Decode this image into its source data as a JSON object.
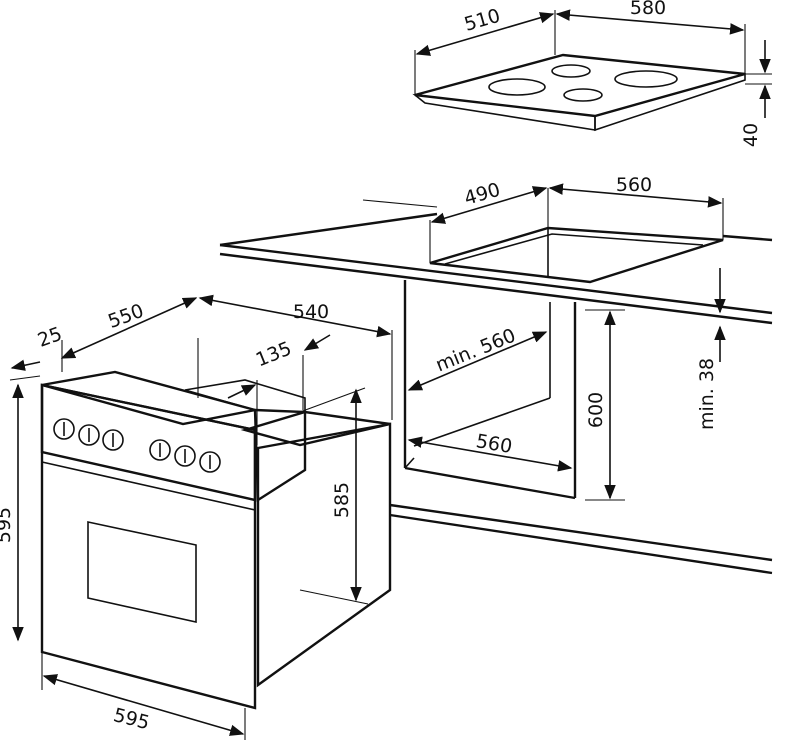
{
  "dimensions": {
    "hob_depth": "510",
    "hob_width": "580",
    "hob_height": "40",
    "cutout_depth": "490",
    "cutout_width": "560",
    "worktop_min": "min. 38",
    "niche_height": "600",
    "niche_depth": "min. 560",
    "niche_width": "560",
    "oven_front": "25",
    "oven_depth": "550",
    "oven_width_body": "540",
    "oven_panel_depth": "135",
    "oven_body_height": "585",
    "oven_height": "595",
    "oven_width": "595"
  },
  "colors": {
    "stroke": "#111111",
    "panel": "#f2f2f2",
    "background": "#ffffff"
  }
}
